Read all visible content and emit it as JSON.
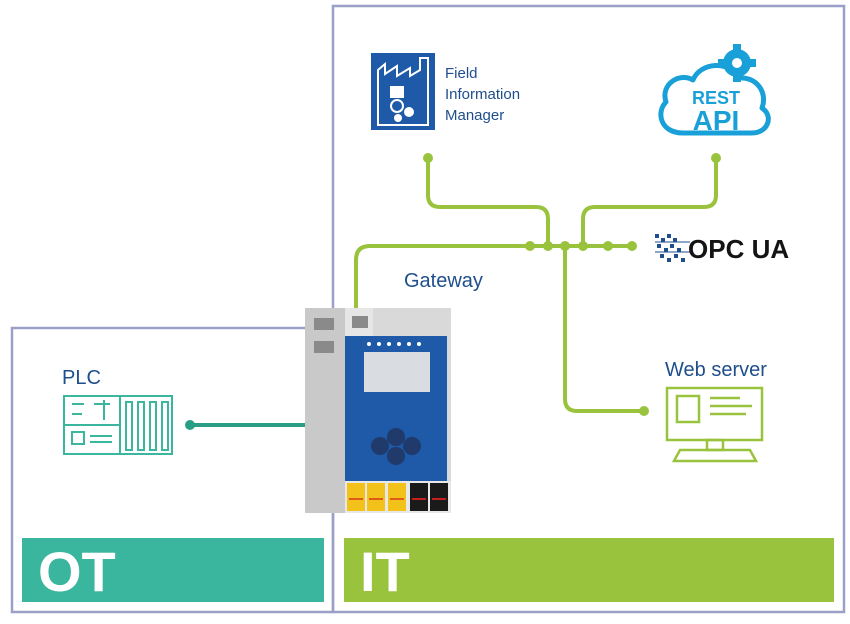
{
  "zones": {
    "ot": {
      "label": "OT",
      "color": "#3ab59e"
    },
    "it": {
      "label": "IT",
      "color": "#99c33d"
    }
  },
  "nodes": {
    "fim": {
      "lines": [
        "Field",
        "Information",
        "Manager"
      ],
      "icon": "factory-icon"
    },
    "rest": {
      "line1": "REST",
      "line2": "API",
      "icon": "cloud-gear-icon"
    },
    "opcua": {
      "label": "OPC UA",
      "icon": "opc-logo-icon"
    },
    "gateway": {
      "label": "Gateway",
      "icon": "gateway-device-icon"
    },
    "webserver": {
      "label": "Web server",
      "icon": "monitor-icon"
    },
    "plc": {
      "label": "PLC",
      "icon": "plc-icon"
    }
  },
  "colors": {
    "frame": "#9aa0c8",
    "connector_it": "#99c33d",
    "connector_ot": "#2a9d87",
    "text": "#1f4e8c",
    "device_blue": "#1e5aa8"
  }
}
